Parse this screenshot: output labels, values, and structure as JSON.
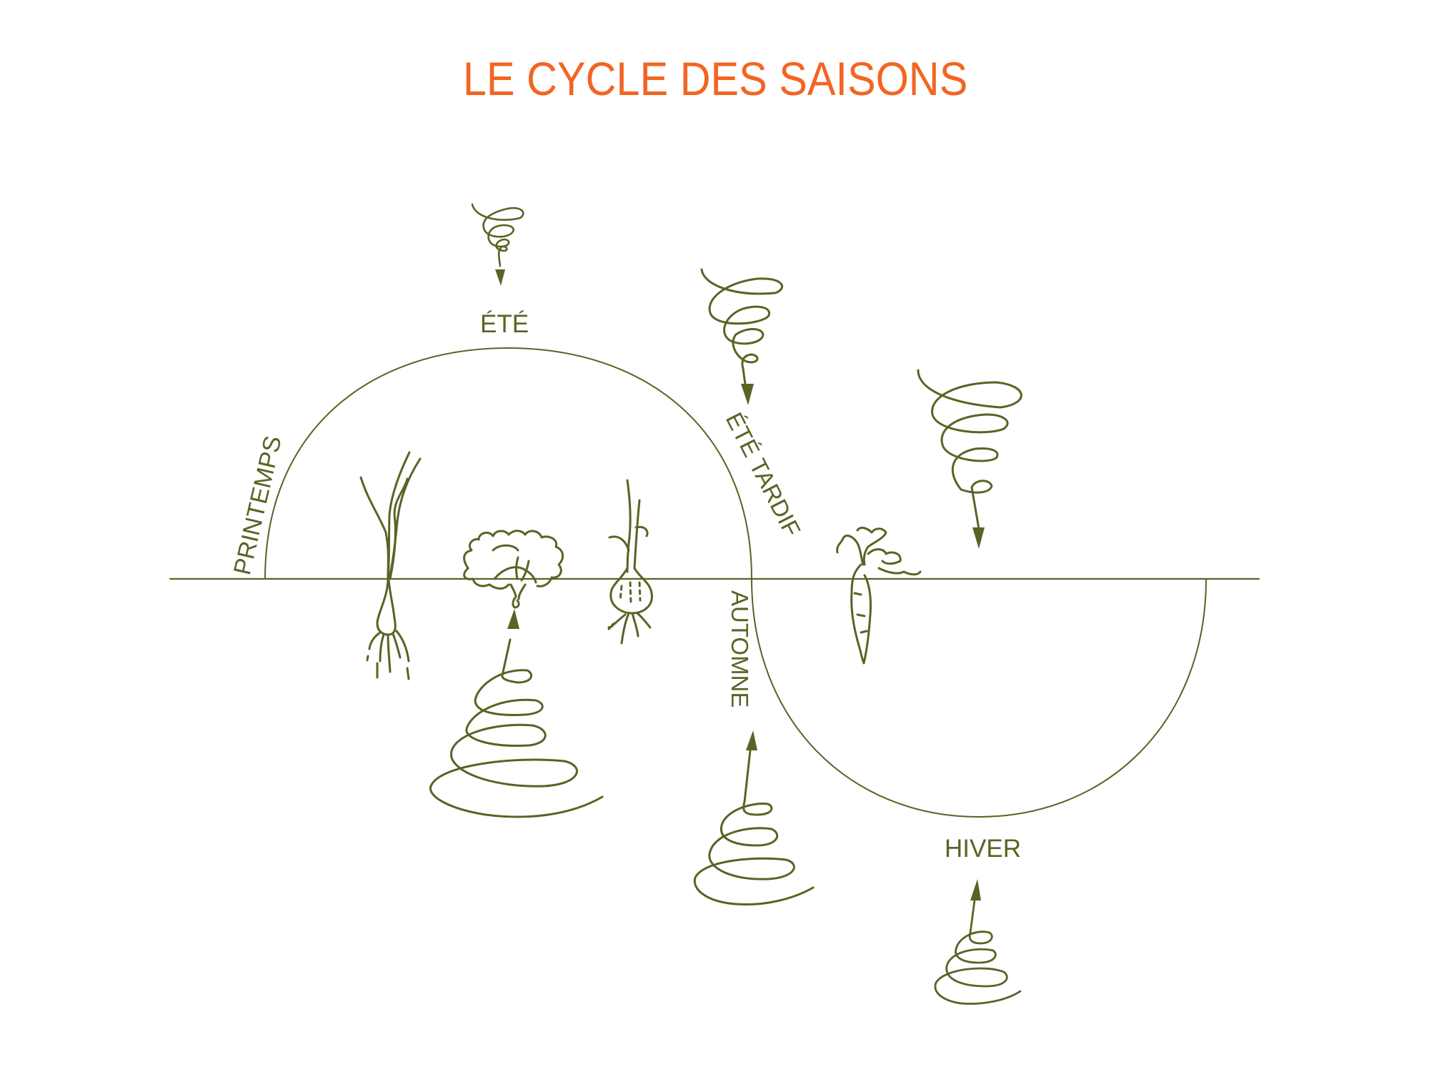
{
  "title": "LE CYCLE DES SAISONS",
  "colors": {
    "title": "#F26522",
    "line": "#5A6324",
    "background": "#FFFFFF"
  },
  "seasons": {
    "printemps": "PRINTEMPS",
    "ete": "ÉTÉ",
    "ete_tardif": "ÉTÉ TARDIF",
    "automne": "AUTOMNE",
    "hiver": "HIVER"
  },
  "plants": [
    {
      "name": "leek",
      "position": "printemps"
    },
    {
      "name": "lettuce",
      "position": "ete"
    },
    {
      "name": "garlic",
      "position": "ete"
    },
    {
      "name": "carrot",
      "position": "hiver"
    }
  ],
  "spirals": [
    {
      "name": "ete-spiral",
      "direction": "down"
    },
    {
      "name": "ete-tardif-spiral",
      "direction": "down"
    },
    {
      "name": "hiver-top-spiral",
      "direction": "down"
    },
    {
      "name": "printemps-spiral",
      "direction": "up"
    },
    {
      "name": "automne-spiral",
      "direction": "up"
    },
    {
      "name": "hiver-bottom-spiral",
      "direction": "up"
    }
  ]
}
